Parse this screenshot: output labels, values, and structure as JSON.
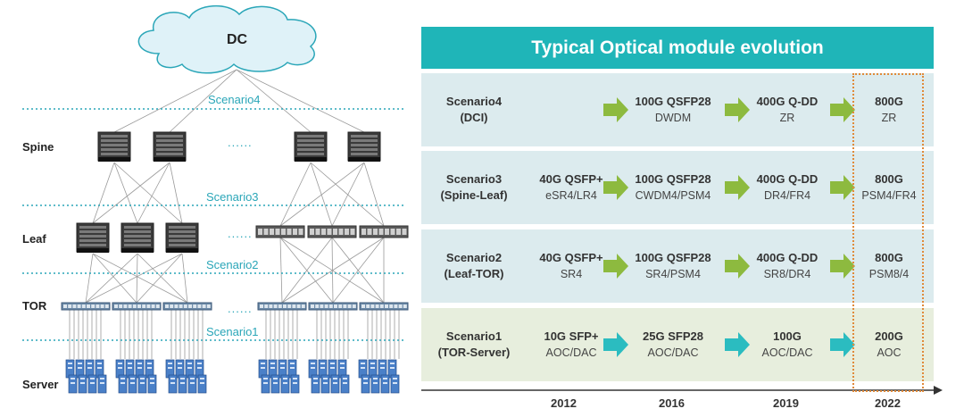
{
  "diagram": {
    "cloud_label": "DC",
    "layers": {
      "spine": "Spine",
      "leaf": "Leaf",
      "tor": "TOR",
      "server": "Server"
    },
    "scenario_labels": {
      "s4": "Scenario4",
      "s3": "Scenario3",
      "s2": "Scenario2",
      "s1": "Scenario1"
    },
    "ellipsis": "......",
    "colors": {
      "teal": "#2aa6b8",
      "line": "#8a8a8a",
      "server": "#4a80c8"
    }
  },
  "table": {
    "title": "Typical Optical module evolution",
    "rows": [
      {
        "label1": "Scenario4",
        "label2": "(DCI)",
        "theme": "blue",
        "cells": [
          {
            "main": "",
            "sub": ""
          },
          {
            "main": "100G QSFP28",
            "sub": "DWDM"
          },
          {
            "main": "400G Q-DD",
            "sub": "ZR"
          },
          {
            "main": "800G",
            "sub": "ZR"
          }
        ]
      },
      {
        "label1": "Scenario3",
        "label2": "(Spine-Leaf)",
        "theme": "blue",
        "cells": [
          {
            "main": "40G QSFP+",
            "sub": "eSR4/LR4"
          },
          {
            "main": "100G QSFP28",
            "sub": "CWDM4/PSM4"
          },
          {
            "main": "400G Q-DD",
            "sub": "DR4/FR4"
          },
          {
            "main": "800G",
            "sub": "PSM4/FR4"
          }
        ]
      },
      {
        "label1": "Scenario2",
        "label2": "(Leaf-TOR)",
        "theme": "blue",
        "cells": [
          {
            "main": "40G QSFP+",
            "sub": "SR4"
          },
          {
            "main": "100G QSFP28",
            "sub": "SR4/PSM4"
          },
          {
            "main": "400G Q-DD",
            "sub": "SR8/DR4"
          },
          {
            "main": "800G",
            "sub": "PSM8/4"
          }
        ]
      },
      {
        "label1": "Scenario1",
        "label2": "(TOR-Server)",
        "theme": "green",
        "cells": [
          {
            "main": "10G SFP+",
            "sub": "AOC/DAC"
          },
          {
            "main": "25G SFP28",
            "sub": "AOC/DAC"
          },
          {
            "main": "100G",
            "sub": "AOC/DAC"
          },
          {
            "main": "200G",
            "sub": "AOC"
          }
        ]
      }
    ],
    "years": [
      "2012",
      "2016",
      "2019",
      "2022"
    ],
    "colors": {
      "title_bg": "#1fb5b8",
      "arrow_green": "#8dba3f",
      "arrow_teal": "#2bbcc0",
      "highlight": "#e08a3a"
    }
  }
}
